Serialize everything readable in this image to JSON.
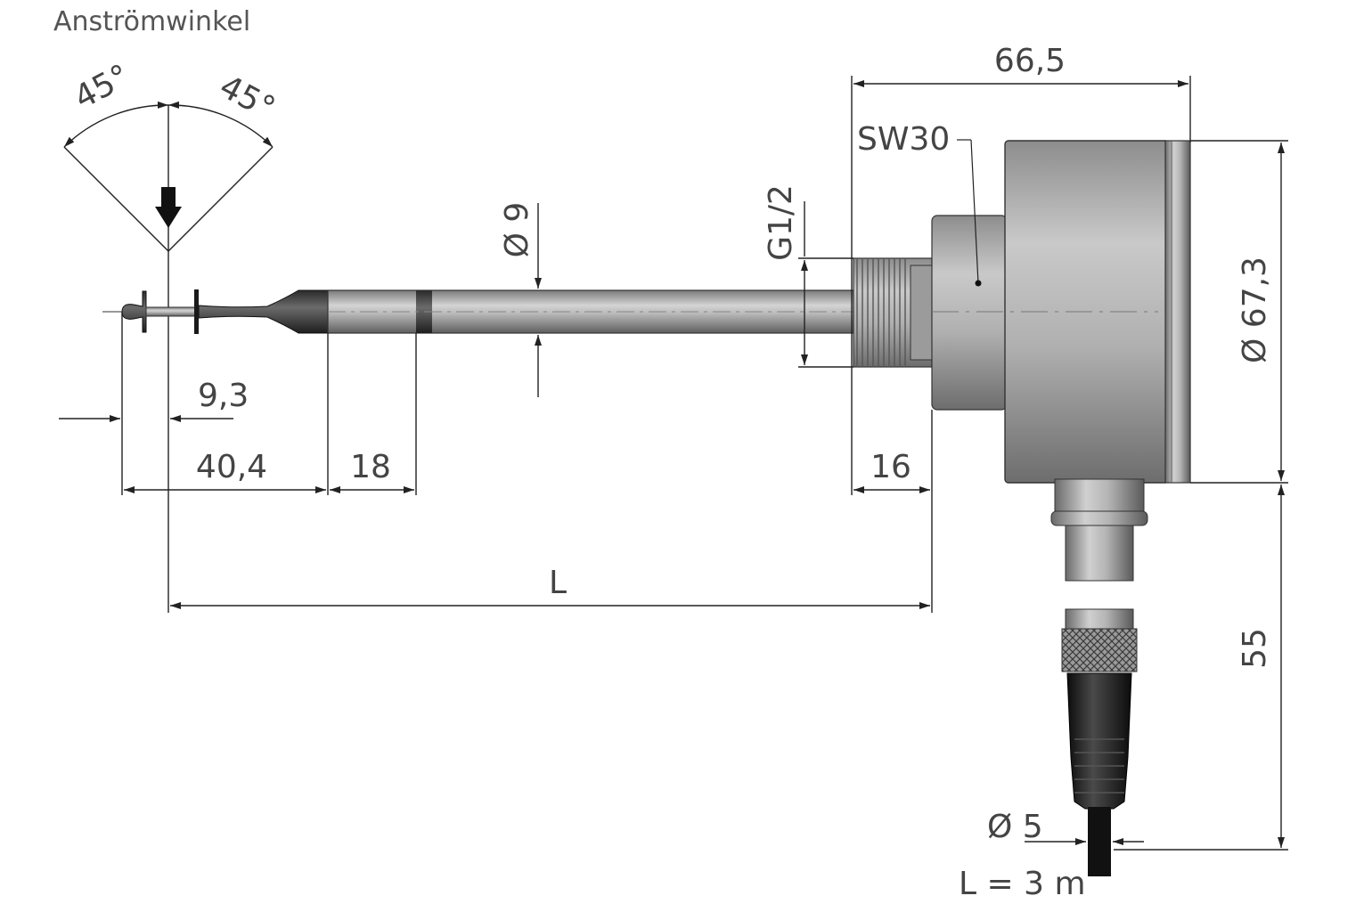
{
  "title": "Anströmwinkel",
  "angles": {
    "left": "45°",
    "right": "45°"
  },
  "dimensions": {
    "width_total": "66,5",
    "wrench": "SW30",
    "thread": "G1/2",
    "probe_diameter": "Ø 9",
    "housing_diameter": "Ø 67,3",
    "tip_offset": "9,3",
    "tip_length": "40,4",
    "band_length": "18",
    "thread_length": "16",
    "insertion_length": "L",
    "connector_height": "55",
    "cable_diameter": "Ø 5",
    "cable_length": "L = 3 m"
  }
}
